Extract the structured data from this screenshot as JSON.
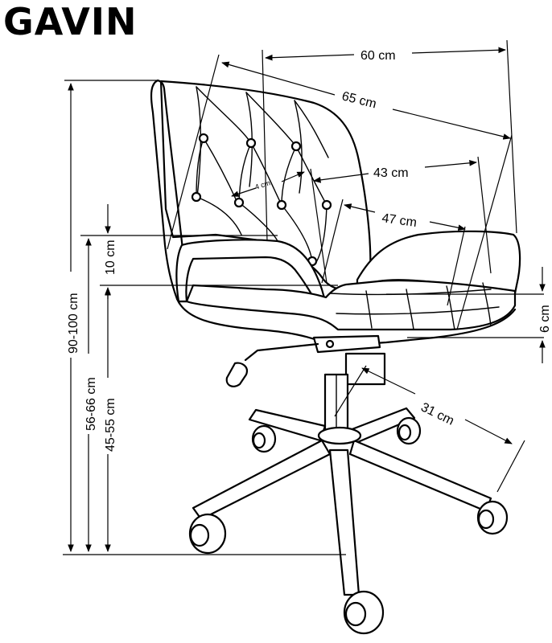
{
  "title": "GAVIN",
  "dimensions": {
    "top_width": "60 cm",
    "depth": "65 cm",
    "seat_width": "43 cm",
    "seat_depth": "47 cm",
    "small": "4 cm",
    "armrest_height": "10 cm",
    "seat_thickness": "6 cm",
    "base_radius": "31 cm",
    "total_height": "90-100 cm",
    "arm_height": "56-66 cm",
    "seat_height": "45-55 cm"
  },
  "colors": {
    "line": "#000000",
    "background": "#ffffff"
  }
}
